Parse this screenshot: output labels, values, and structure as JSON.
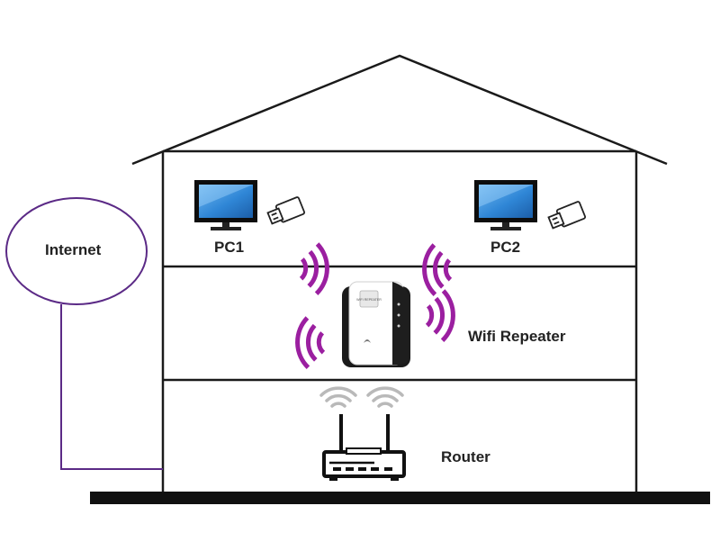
{
  "labels": {
    "internet": "Internet",
    "pc1": "PC1",
    "pc2": "PC2",
    "repeater": "Wifi Repeater",
    "router": "Router"
  },
  "repeater_brand_text": "WIFI REPEATER",
  "colors": {
    "signal": "#9b1fa0",
    "router_signal": "#b9b9b9",
    "internet_outline": "#5b2a86",
    "line": "#1a1a1a",
    "monitor_screen": "#2f86d6"
  },
  "icons": {
    "pc": "desktop-monitor-icon",
    "usb": "usb-wifi-adapter-icon",
    "repeater": "wifi-repeater-plug-icon",
    "router": "wireless-router-icon",
    "signal": "wifi-signal-arcs-icon"
  }
}
